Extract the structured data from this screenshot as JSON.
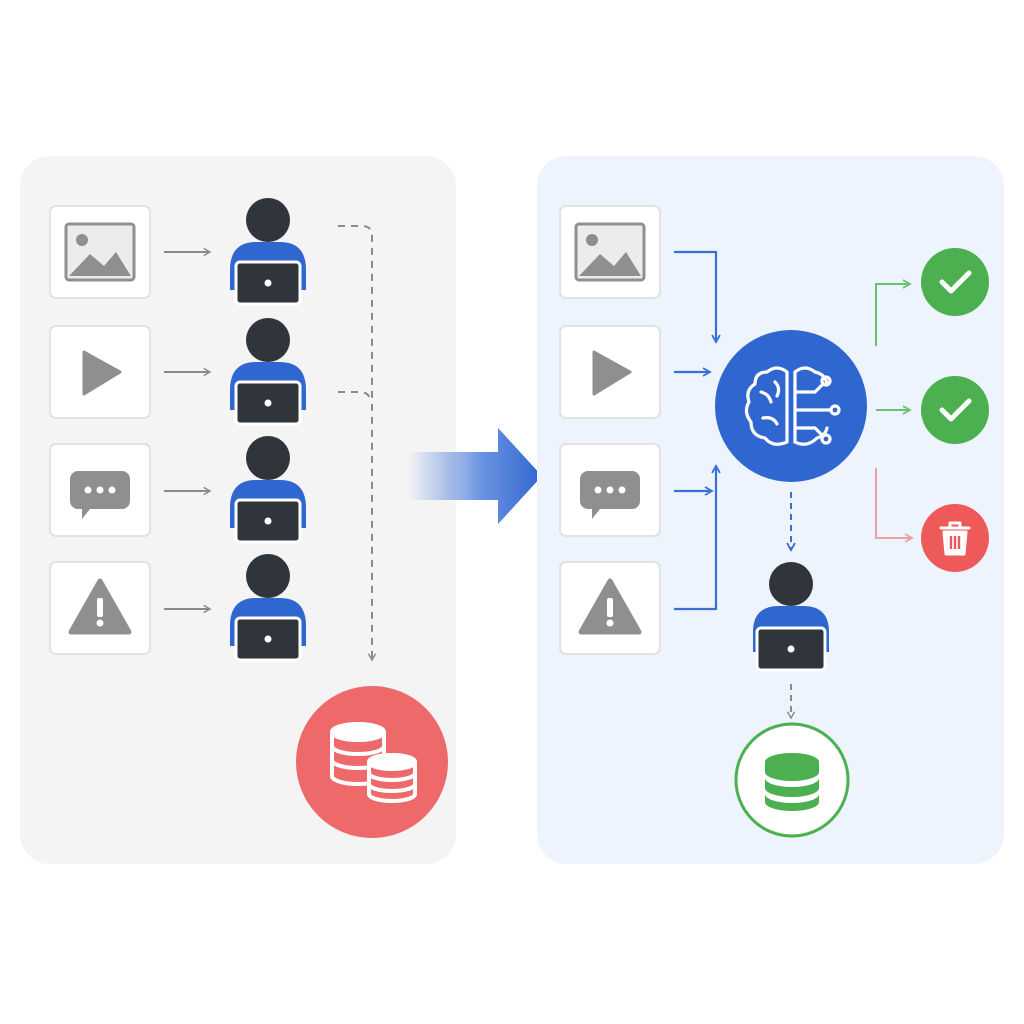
{
  "colors": {
    "left_panel_bg": "#f4f4f4",
    "right_panel_bg": "#eef4fd",
    "tile_bg": "#ffffff",
    "tile_border": "#e2e2e2",
    "content_icon": "#8f8f8f",
    "gray_arrow": "#8a8a8a",
    "reviewer_head": "#2f353b",
    "reviewer_body": "#2f66d0",
    "laptop": "#2f353b",
    "high_cost_red": "#ee6a6a",
    "ai_blue": "#2f66d0",
    "blue_arrow": "#3a6fd6",
    "approve_green": "#4caf50",
    "reject_red": "#ee5a5a",
    "green_arrow": "#6cc070",
    "red_arrow": "#f0a0a0",
    "storage_green": "#4caf50"
  },
  "manual_workflow": {
    "content_items": [
      {
        "icon": "image-icon"
      },
      {
        "icon": "video-play-icon"
      },
      {
        "icon": "chat-bubble-icon"
      },
      {
        "icon": "warning-icon"
      }
    ],
    "reviewer_icon": "reviewer-person-icon",
    "outcome_icon": "coins-stack-icon"
  },
  "transition_icon": "transition-arrow-icon",
  "ai_workflow": {
    "content_items": [
      {
        "icon": "image-icon"
      },
      {
        "icon": "video-play-icon"
      },
      {
        "icon": "chat-bubble-icon"
      },
      {
        "icon": "warning-icon"
      }
    ],
    "ai_icon": "ai-brain-icon",
    "decisions": [
      {
        "icon": "check-icon",
        "status": "approved"
      },
      {
        "icon": "check-icon",
        "status": "approved"
      },
      {
        "icon": "trash-icon",
        "status": "removed"
      }
    ],
    "reviewer_icon": "reviewer-person-icon",
    "storage_icon": "database-icon"
  }
}
